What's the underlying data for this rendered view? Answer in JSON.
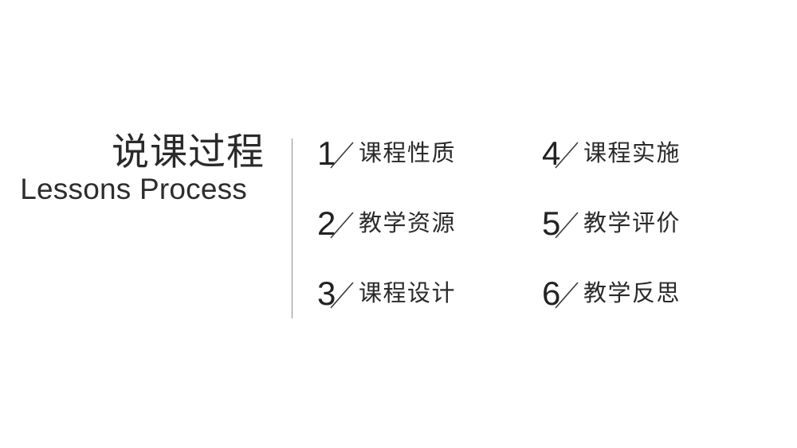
{
  "slide": {
    "background_color": "#ffffff",
    "text_color": "#2a2a2a",
    "divider_color": "#8e8e8e"
  },
  "heading": {
    "title_cn": "说课过程",
    "title_en": "Lessons Process"
  },
  "items": {
    "separator_glyph": "/",
    "left_column": [
      {
        "number": "1",
        "label": "课程性质"
      },
      {
        "number": "2",
        "label": "教学资源"
      },
      {
        "number": "3",
        "label": "课程设计"
      }
    ],
    "right_column": [
      {
        "number": "4",
        "label": "课程实施"
      },
      {
        "number": "5",
        "label": "教学评价"
      },
      {
        "number": "6",
        "label": "教学反思"
      }
    ]
  }
}
